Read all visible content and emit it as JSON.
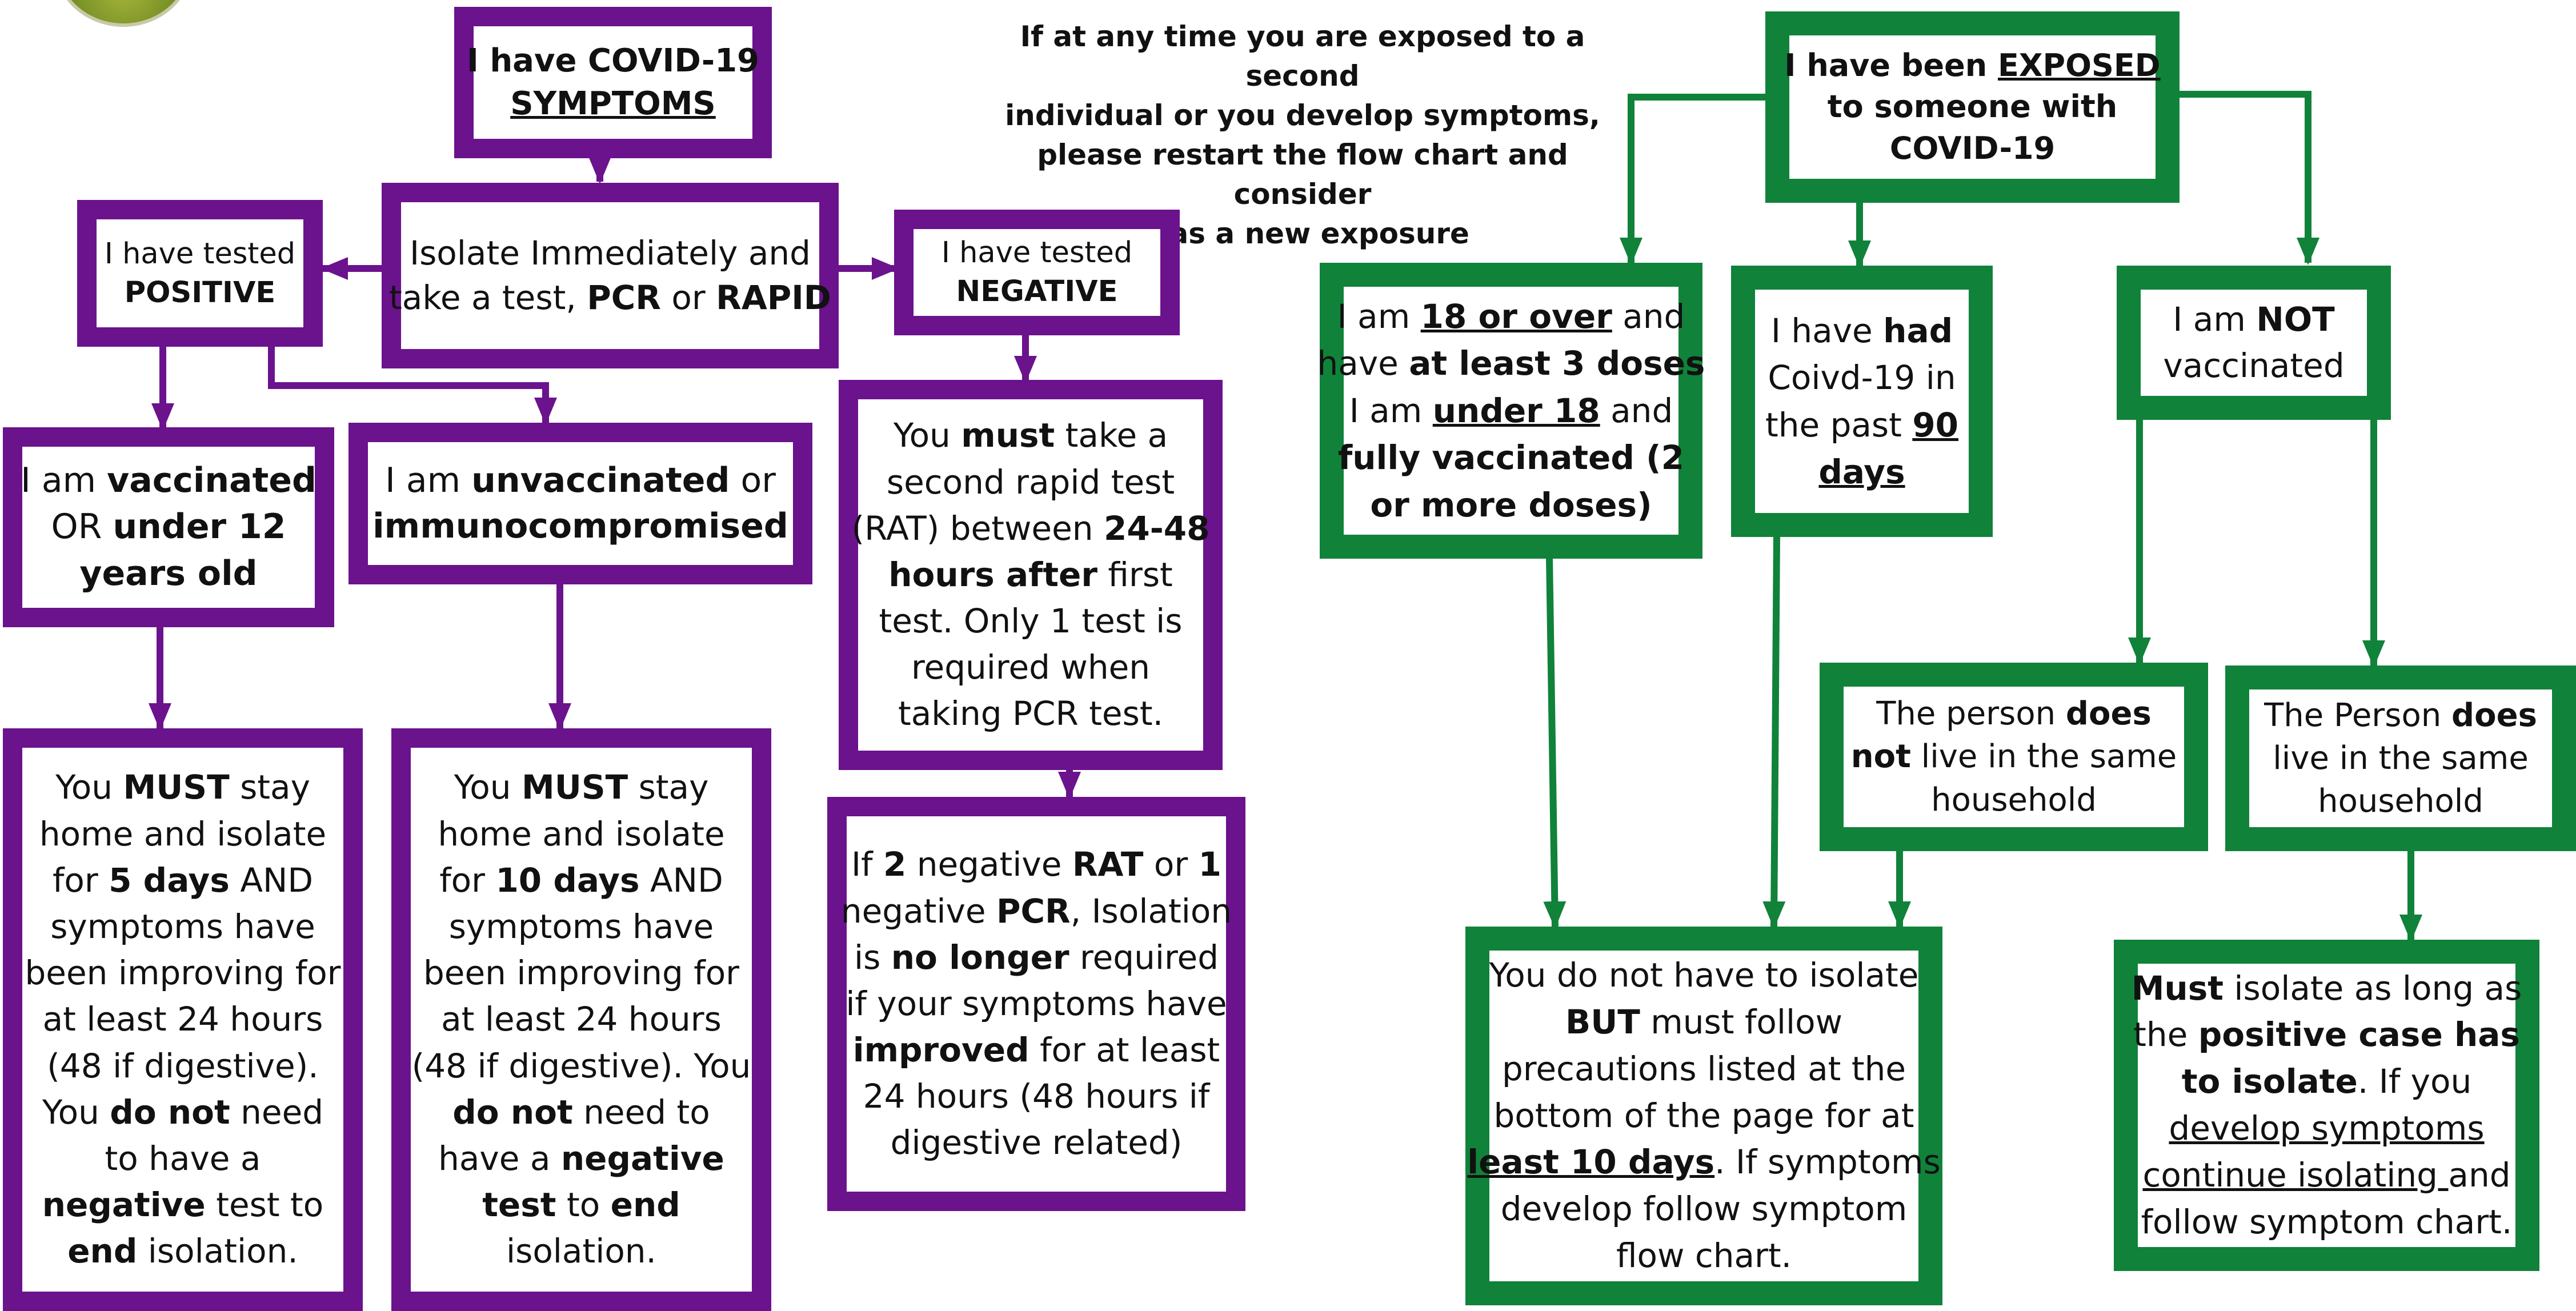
{
  "colors": {
    "purple": "#6b128d",
    "green": "#10823a",
    "text": "#111111",
    "background": "#ffffff"
  },
  "logo": {
    "icon": "circular-logo-partially-cropped"
  },
  "note": {
    "lines": [
      "If at any time you are exposed to a second",
      "individual or you develop symptoms,",
      "please restart the flow chart and consider",
      "it as a new exposure"
    ]
  },
  "symptoms": {
    "have_symptoms": {
      "line1": "I have COVID-19",
      "line2": "SYMPTOMS"
    },
    "isolate": {
      "line1": "Isolate Immediately and",
      "line2_pre": "take a test, ",
      "line2_pcr": "PCR",
      "line2_or": " or ",
      "line2_rapid": "RAPID"
    },
    "tested_positive": {
      "line1": "I have tested",
      "line2": "POSITIVE"
    },
    "tested_negative": {
      "line1": "I have tested",
      "line2": "NEGATIVE"
    },
    "vaccinated": {
      "line1_pre": "I am ",
      "line1_b": "vaccinated",
      "line2_pre": "OR ",
      "line2_b": "under 12",
      "line3": "years old"
    },
    "unvaccinated": {
      "line1_pre": "I am ",
      "line1_b": "unvaccinated",
      "line1_post": " or",
      "line2": "immunocompromised"
    },
    "negative_instructions": {
      "line1_pre": "You ",
      "line1_b": "must",
      "line1_post": " take a",
      "line2": "second rapid test",
      "line3_pre": "(RAT) between ",
      "line3_b": "24-48",
      "line4_b": "hours after",
      "line4_post": " first",
      "line5": "test. Only 1 test is",
      "line6": "required when",
      "line7": "taking PCR test."
    },
    "five_days": {
      "line1_pre": "You ",
      "line1_b": "MUST",
      "line1_post": " stay",
      "line2": "home and isolate",
      "line3_pre": "for ",
      "line3_b": "5 days",
      "line3_post": " AND",
      "line4": "symptoms have",
      "line5": "been improving for",
      "line6": "at least 24 hours",
      "line7": "(48 if digestive).",
      "line8_pre": "You ",
      "line8_b": "do not",
      "line8_post": " need",
      "line9": "to have a",
      "line10_b": "negative",
      "line10_post": " test to",
      "line11_b": "end",
      "line11_post": " isolation."
    },
    "ten_days": {
      "line1_pre": "You ",
      "line1_b": "MUST",
      "line1_post": " stay",
      "line2": "home and isolate",
      "line3_pre": "for ",
      "line3_b": "10 days",
      "line3_post": " AND",
      "line4": "symptoms have",
      "line5": "been improving for",
      "line6": "at least 24 hours",
      "line7": "(48 if digestive). You",
      "line8_b": "do not",
      "line8_post": " need to",
      "line9_pre": "have a ",
      "line9_b": "negative",
      "line10_b": "test",
      "line10_mid": " to ",
      "line10_b2": "end",
      "line11": "isolation."
    },
    "no_longer": {
      "line1_pre": "If ",
      "line1_b1": "2",
      "line1_mid": " negative ",
      "line1_b2": "RAT",
      "line1_or": " or ",
      "line1_b3": "1",
      "line2_pre": "negative ",
      "line2_b": "PCR",
      "line2_post": ", Isolation",
      "line3_pre": "is ",
      "line3_b": "no longer",
      "line3_post": " required",
      "line4": "if your symptoms have",
      "line5_b": "improved",
      "line5_post": " for at least",
      "line6": "24 hours (48 hours if",
      "line7": "digestive related)"
    }
  },
  "exposure": {
    "exposed": {
      "line1_pre": "I have been ",
      "line1_u": "EXPOSED",
      "line2": "to someone with",
      "line3": "COVID-19"
    },
    "adult_doses": {
      "line1_pre": "I am  ",
      "line1_bu": "18 or over",
      "line1_post": " and",
      "line2_pre": "have ",
      "line2_b": "at least 3 doses",
      "line3_pre": "I am ",
      "line3_bu": "under 18",
      "line3_post": " and",
      "line4_b": "fully vaccinated (2",
      "line5_b": "or more doses)"
    },
    "had_covid": {
      "line1_pre": "I have ",
      "line1_b": "had",
      "line2": "Coivd-19 in",
      "line3_pre": "the past ",
      "line3_bu": "90",
      "line4_bu": "days"
    },
    "not_vaccinated": {
      "line1_pre": "I am ",
      "line1_b": "NOT",
      "line2": "vaccinated"
    },
    "not_same_household": {
      "line1_pre": "The person ",
      "line1_b": "does",
      "line2_b": "not",
      "line2_post": " live in the same",
      "line3": "household"
    },
    "same_household": {
      "line1_pre": "The Person ",
      "line1_b": "does",
      "line2": "live in the same",
      "line3": "household"
    },
    "no_isolate": {
      "line1": "You do not have to isolate",
      "line2_b": "BUT",
      "line2_post": " must follow",
      "line3": "precautions listed at the",
      "line4": "bottom of the page for at",
      "line5_bu": "least 10 days",
      "line5_post": ". If symptoms",
      "line6": "develop follow symptom",
      "line7": "flow chart."
    },
    "must_isolate": {
      "line1_b": "Must",
      "line1_post": " isolate as long as",
      "line2_pre": "the ",
      "line2_b": "positive case has",
      "line3_b": "to isolate",
      "line3_post": ". If you",
      "line4_u": "develop symptoms",
      "line5_u": "continue isolating ",
      "line5_post": "and",
      "line6": "follow symptom chart."
    }
  }
}
